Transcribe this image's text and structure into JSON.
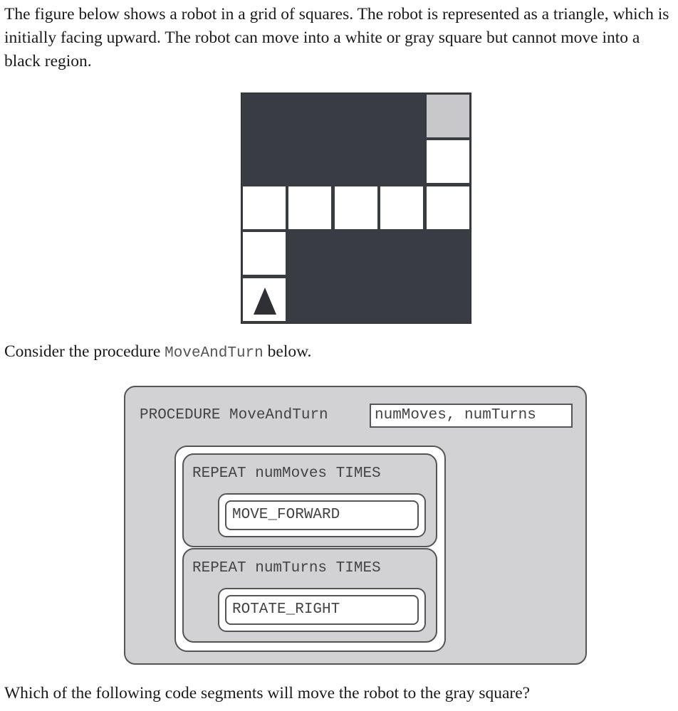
{
  "intro": "The figure below shows a robot in a grid of squares. The robot is represented as a triangle, which is initially facing upward. The robot can move into a white or gray square but cannot move into a black region.",
  "consider": {
    "before": "Consider the procedure ",
    "name": "MoveAndTurn",
    "after": " below."
  },
  "procedure": {
    "header": "PROCEDURE MoveAndTurn",
    "params": "numMoves, numTurns",
    "repeat1": "REPEAT numMoves TIMES",
    "command1": "MOVE_FORWARD",
    "repeat2": "REPEAT numTurns TIMES",
    "command2": "ROTATE_RIGHT"
  },
  "question": "Which of the following code segments will move the robot to the gray square?",
  "grid": {
    "rows": 5,
    "cols": 5,
    "cells": [
      [
        "black",
        "black",
        "black",
        "black",
        "gray"
      ],
      [
        "black",
        "black",
        "black",
        "black",
        "white"
      ],
      [
        "white",
        "white",
        "white",
        "white",
        "white"
      ],
      [
        "white",
        "black",
        "black",
        "black",
        "black"
      ],
      [
        "robot",
        "black",
        "black",
        "black",
        "black"
      ]
    ],
    "robot_facing": "up",
    "colors": {
      "black": "#393c43",
      "white": "#ffffff",
      "gray": "#c8c8ca"
    }
  }
}
